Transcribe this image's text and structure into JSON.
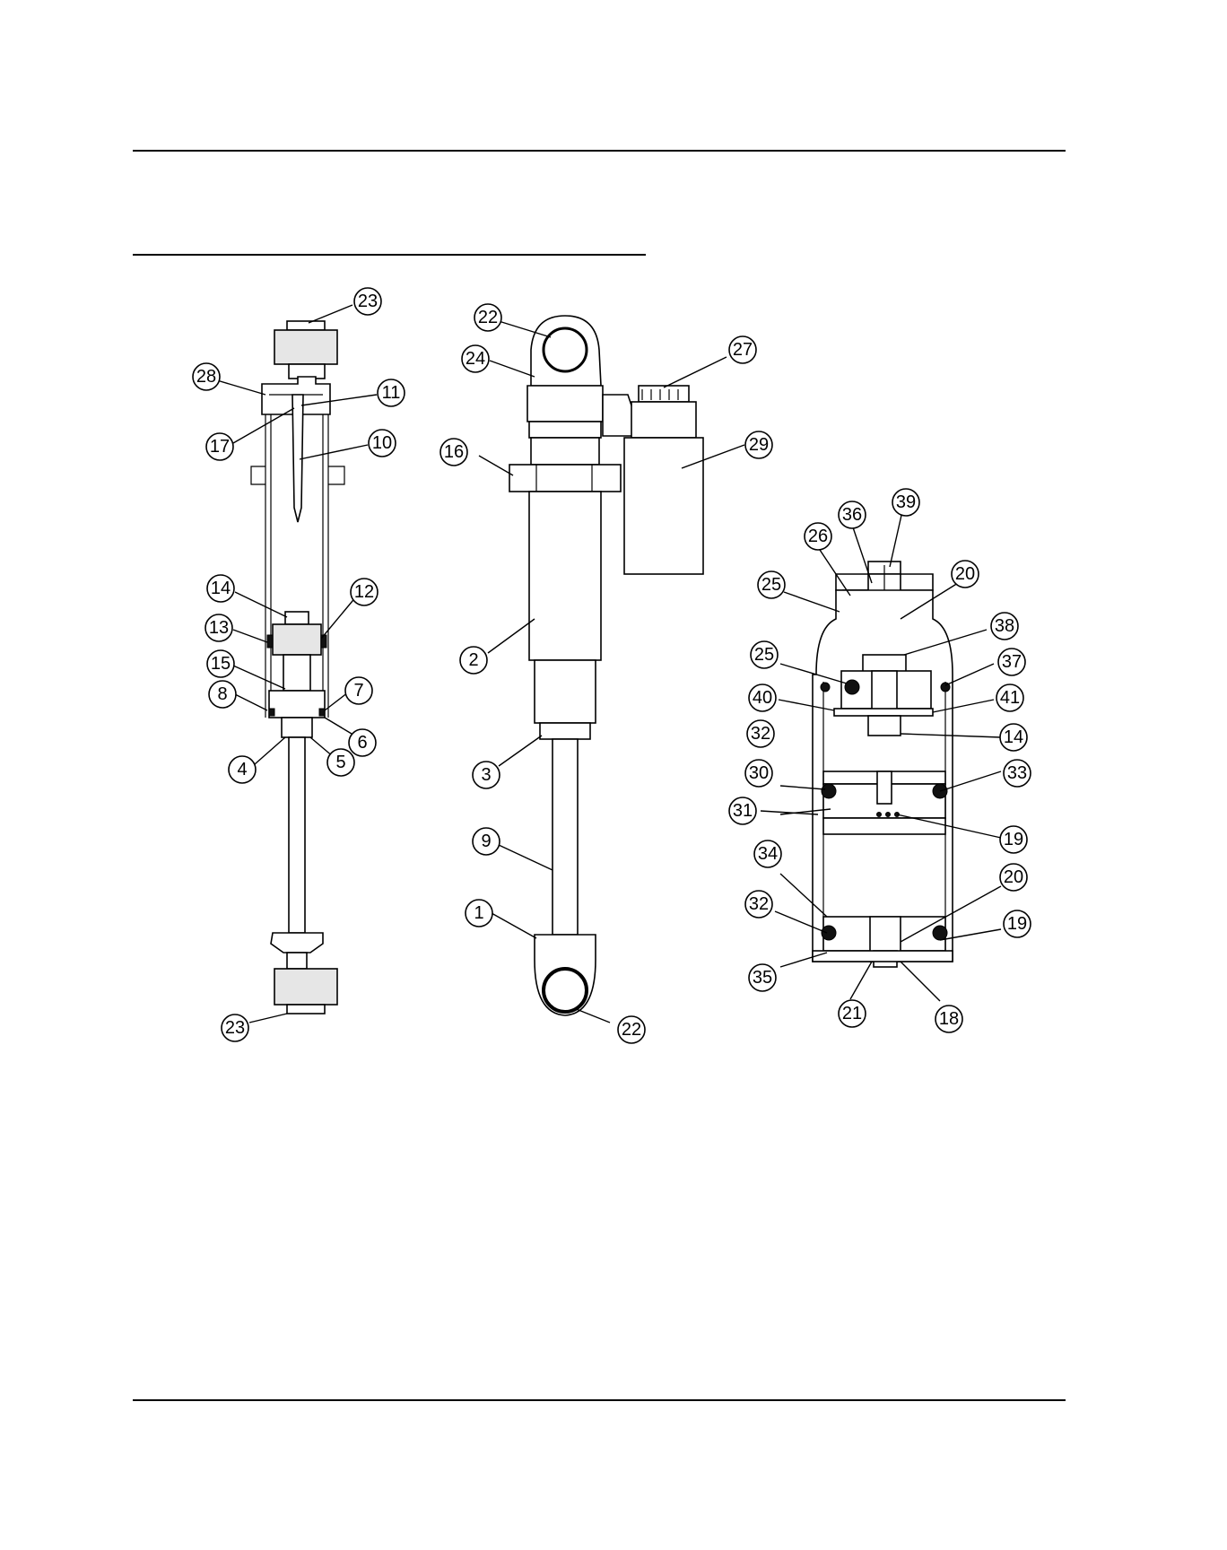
{
  "callouts": [
    {
      "id": "l-23-top",
      "label": "23"
    },
    {
      "id": "l-28",
      "label": "28"
    },
    {
      "id": "l-11",
      "label": "11"
    },
    {
      "id": "l-17",
      "label": "17"
    },
    {
      "id": "l-10",
      "label": "10"
    },
    {
      "id": "l-14-left",
      "label": "14"
    },
    {
      "id": "l-12",
      "label": "12"
    },
    {
      "id": "l-13",
      "label": "13"
    },
    {
      "id": "l-15",
      "label": "15"
    },
    {
      "id": "l-8",
      "label": "8"
    },
    {
      "id": "l-7",
      "label": "7"
    },
    {
      "id": "l-6",
      "label": "6"
    },
    {
      "id": "l-4",
      "label": "4"
    },
    {
      "id": "l-5",
      "label": "5"
    },
    {
      "id": "l-23-bottom",
      "label": "23"
    },
    {
      "id": "m-22-top",
      "label": "22"
    },
    {
      "id": "m-24",
      "label": "24"
    },
    {
      "id": "m-27",
      "label": "27"
    },
    {
      "id": "m-16",
      "label": "16"
    },
    {
      "id": "m-29",
      "label": "29"
    },
    {
      "id": "m-2",
      "label": "2"
    },
    {
      "id": "m-3",
      "label": "3"
    },
    {
      "id": "m-9",
      "label": "9"
    },
    {
      "id": "m-1",
      "label": "1"
    },
    {
      "id": "m-22-bottom",
      "label": "22"
    },
    {
      "id": "r-36",
      "label": "36"
    },
    {
      "id": "r-39",
      "label": "39"
    },
    {
      "id": "r-26",
      "label": "26"
    },
    {
      "id": "r-20-top",
      "label": "20"
    },
    {
      "id": "r-25-top",
      "label": "25"
    },
    {
      "id": "r-38",
      "label": "38"
    },
    {
      "id": "r-25-mid",
      "label": "25"
    },
    {
      "id": "r-37",
      "label": "37"
    },
    {
      "id": "r-40",
      "label": "40"
    },
    {
      "id": "r-41",
      "label": "41"
    },
    {
      "id": "r-14",
      "label": "14"
    },
    {
      "id": "r-32-top",
      "label": "32"
    },
    {
      "id": "r-33",
      "label": "33"
    },
    {
      "id": "r-30",
      "label": "30"
    },
    {
      "id": "r-31",
      "label": "31"
    },
    {
      "id": "r-19-mid",
      "label": "19"
    },
    {
      "id": "r-34",
      "label": "34"
    },
    {
      "id": "r-20-bottom",
      "label": "20"
    },
    {
      "id": "r-32-bottom",
      "label": "32"
    },
    {
      "id": "r-19-bottom",
      "label": "19"
    },
    {
      "id": "r-35",
      "label": "35"
    },
    {
      "id": "r-21",
      "label": "21"
    },
    {
      "id": "r-18",
      "label": "18"
    }
  ]
}
